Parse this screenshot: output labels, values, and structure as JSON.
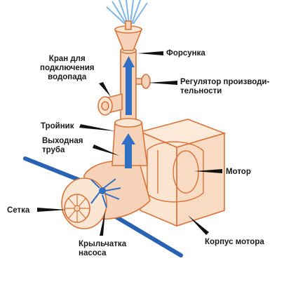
{
  "labels": {
    "nozzle": "Форсунка",
    "waterfall_valve": [
      "Кран для",
      "подключения",
      "водопада"
    ],
    "flow_regulator": [
      "Регулятор производи-",
      "тельности"
    ],
    "tee": "Тройник",
    "outlet_pipe": [
      "Выходная",
      "труба"
    ],
    "motor": "Мотор",
    "mesh": "Сетка",
    "motor_housing": "Корпус мотора",
    "impeller": [
      "Крыльчатка",
      "насоса"
    ]
  },
  "colors": {
    "outline": "#d9743b",
    "body_fill": "#fbe2cc",
    "pipe_fill": "#f6d3b8",
    "water_arrow": "#2f6fc4",
    "spray": "#7fb4e6",
    "stripe": "#2a62b3",
    "pointer": "#111111",
    "text": "#1a1a1a"
  }
}
